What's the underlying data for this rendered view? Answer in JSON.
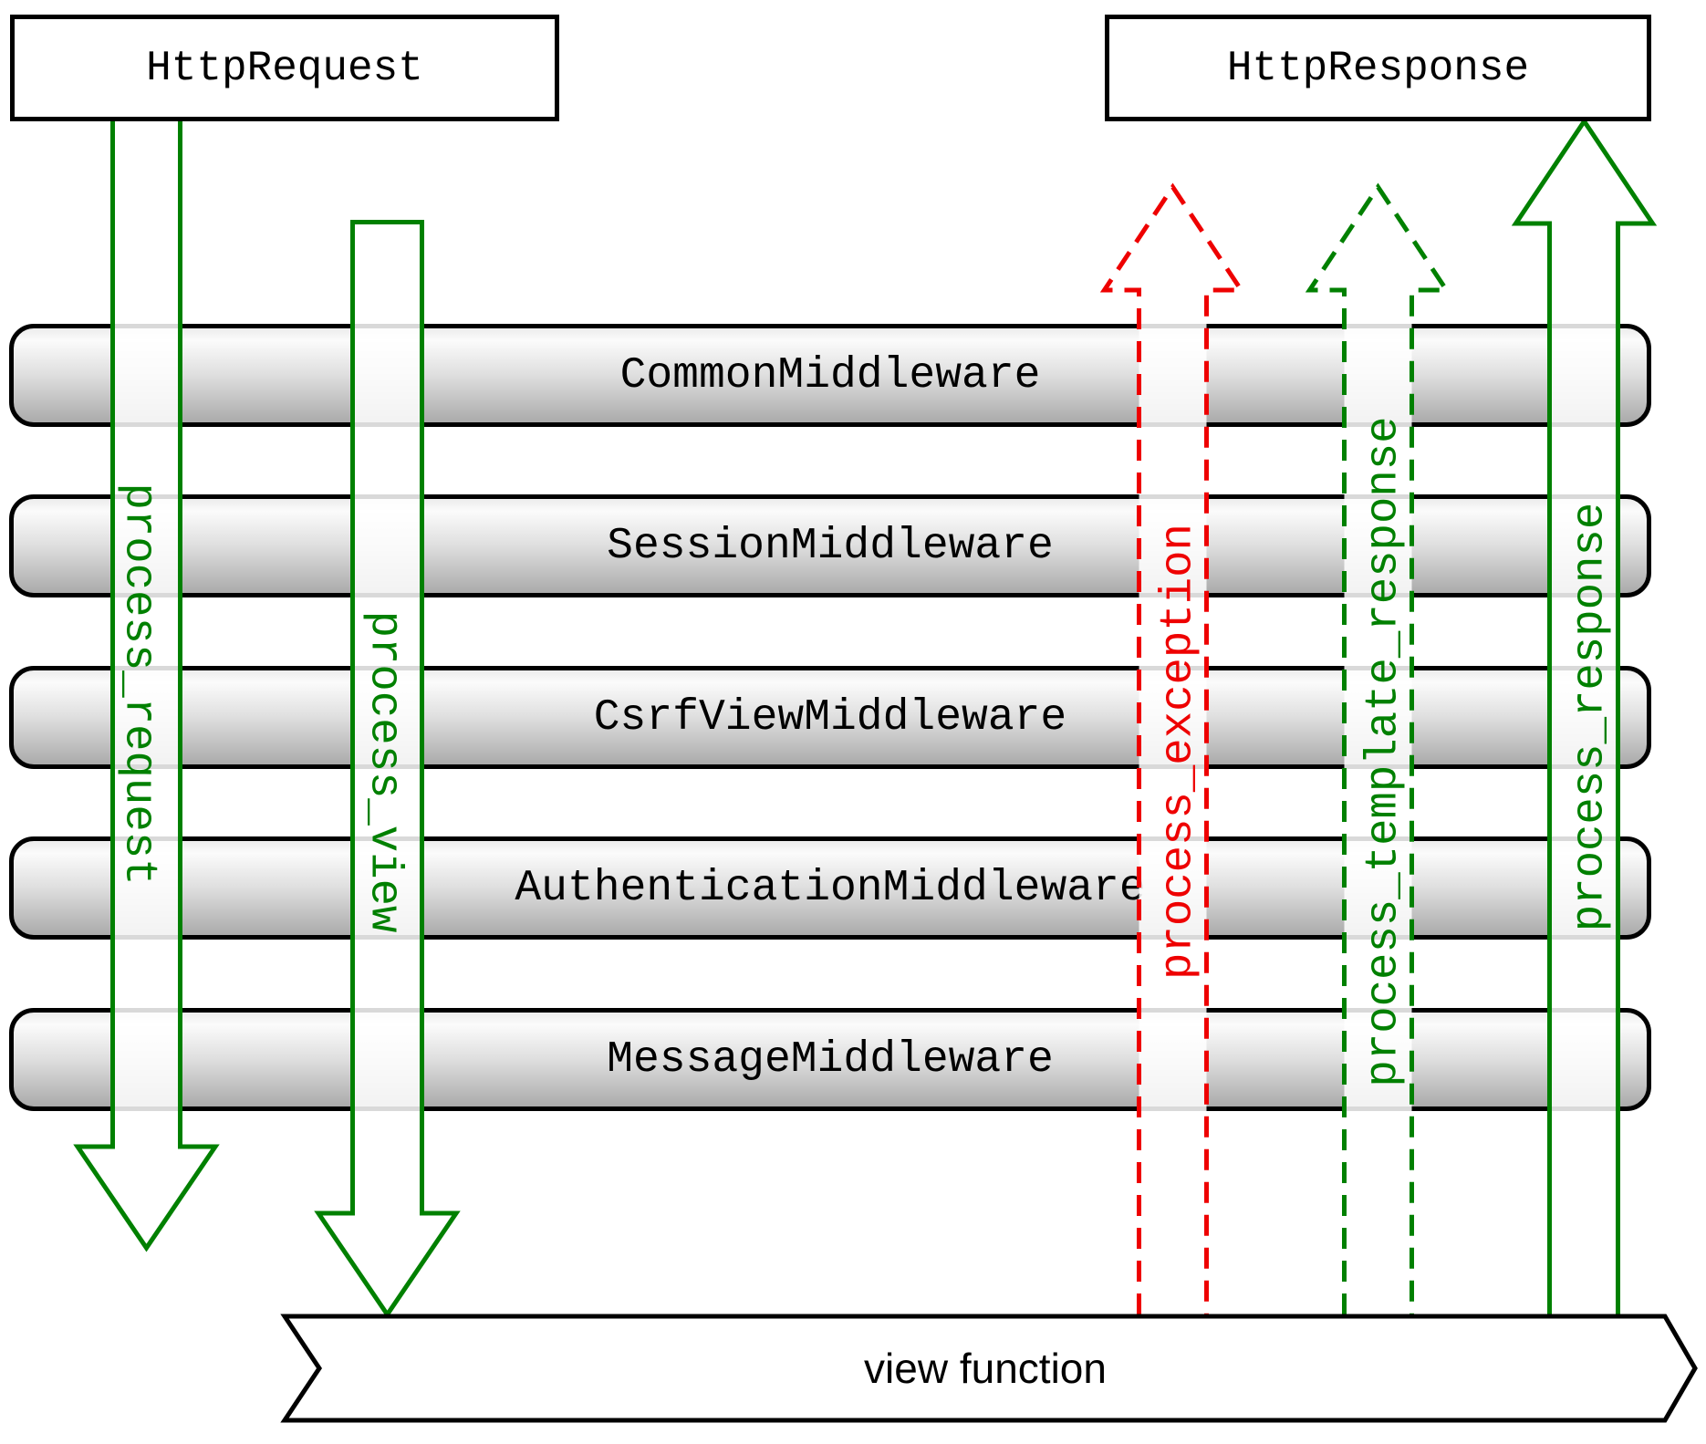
{
  "boxes": {
    "request_label": "HttpRequest",
    "response_label": "HttpResponse"
  },
  "middleware": [
    "CommonMiddleware",
    "SessionMiddleware",
    "CsrfViewMiddleware",
    "AuthenticationMiddleware",
    "MessageMiddleware"
  ],
  "arrows": [
    {
      "label": "process_request",
      "color": "#008000",
      "style": "solid",
      "direction": "down"
    },
    {
      "label": "process_view",
      "color": "#008000",
      "style": "solid",
      "direction": "down"
    },
    {
      "label": "process_exception",
      "color": "#ee0000",
      "style": "dashed",
      "direction": "up"
    },
    {
      "label": "process_template_response",
      "color": "#008000",
      "style": "dashed",
      "direction": "up"
    },
    {
      "label": "process_response",
      "color": "#008000",
      "style": "solid",
      "direction": "up"
    }
  ],
  "banner": {
    "label": "view function"
  },
  "colors": {
    "green": "#008000",
    "red": "#ee0000",
    "border": "#000000",
    "text": "#000000"
  }
}
